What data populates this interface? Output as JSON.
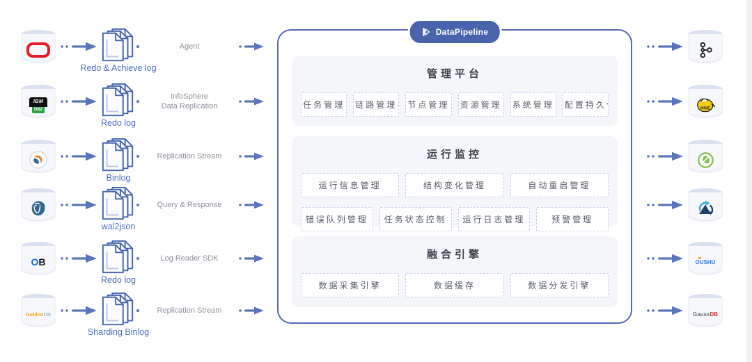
{
  "pill": {
    "label": "DataPipeline"
  },
  "center": {
    "platform": {
      "title": "管理平台",
      "chips": [
        "任务管理",
        "链路管理",
        "节点管理",
        "资源管理",
        "系统管理",
        "配置持久化"
      ]
    },
    "monitor": {
      "title": "运行监控",
      "chips_row1": [
        "运行信息管理",
        "结构变化管理",
        "自动重启管理"
      ],
      "chips_row2": [
        "错误队列管理",
        "任务状态控制",
        "运行日志管理",
        "预警管理"
      ]
    },
    "engine": {
      "title": "融合引擎",
      "chips": [
        "数据采集引擎",
        "数据缓存",
        "数据分发引擎"
      ]
    }
  },
  "flows": [
    {
      "source": "Oracle",
      "doc_label": "Redo & Achieve log",
      "method": "Agent"
    },
    {
      "source": "IBM DB2",
      "doc_label": "Redo log",
      "method": "InfoSphere\nData Replication"
    },
    {
      "source": "MySQL",
      "doc_label": "Binlog",
      "method": "Replication Stream"
    },
    {
      "source": "PostgreSQL",
      "doc_label": "wal2json",
      "method": "Query & Response"
    },
    {
      "source": "OceanBase",
      "doc_label": "Redo log",
      "method": "Log Reader SDK"
    },
    {
      "source": "GoldenDB",
      "doc_label": "Sharding Binlog",
      "method": "Replication Stream"
    }
  ],
  "targets": [
    "Kafka",
    "Hive",
    "green-circle-db",
    "mountain-sync-db",
    "OUSHU",
    "GaussDB"
  ],
  "logo_text": {
    "ibm": "IBM",
    "db2": "DB2",
    "ob_o": "O",
    "ob_b": "B",
    "golden_a": "Golden",
    "golden_b": "DB",
    "oushu": "OUSHU",
    "gauss_a": "Gauss",
    "gauss_b": "DB"
  },
  "colors": {
    "accent_blue": "#5b75bd",
    "box_border": "#5668b4",
    "pill_bg": "#4a63ad",
    "section_bg": "#f4f6fa",
    "chip_border": "#c5cfec",
    "doc_outline": "#4565b0",
    "doc_label_blue": "#4f6cc4",
    "method_gray": "#8b9099",
    "oracle_red": "#e81c24",
    "hive_yellow": "#f2cd13",
    "green_db": "#7ac143",
    "navy": "#203e70"
  }
}
